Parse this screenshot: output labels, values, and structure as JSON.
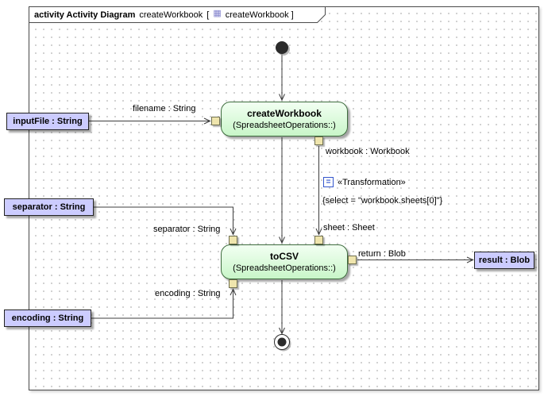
{
  "header": {
    "kind": "activity Activity Diagram",
    "diagram_name": "createWorkbook",
    "bracket_open": "[",
    "ref_name": "createWorkbook ]"
  },
  "icons": {
    "header_diagram_icon": "▦"
  },
  "actions": {
    "createWorkbook": {
      "name": "createWorkbook",
      "op": "(SpreadsheetOperations::)"
    },
    "toCSV": {
      "name": "toCSV",
      "op": "(SpreadsheetOperations::)"
    }
  },
  "params": {
    "inputFile": {
      "label": "inputFile : String"
    },
    "separator": {
      "label": "separator : String"
    },
    "encoding": {
      "label": "encoding : String"
    },
    "result": {
      "label": "result : Blob"
    }
  },
  "edge_labels": {
    "filename": "filename : String",
    "workbook": "workbook : Workbook",
    "sheet": "sheet : Sheet",
    "separator": "separator : String",
    "encoding": "encoding : String",
    "return": "return : Blob"
  },
  "annotation": {
    "icon": "=",
    "stereotype": "«Transformation»",
    "constraint": "{select = \"workbook.sheets[0]\"}"
  },
  "colors": {
    "action_fill": "#ccffcc",
    "action_border": "#3d6b3d",
    "param_fill": "#ccccff",
    "pin_fill": "#efe5ad",
    "transformation_blue": "#3355cc",
    "edge": "#3c3c3c"
  }
}
